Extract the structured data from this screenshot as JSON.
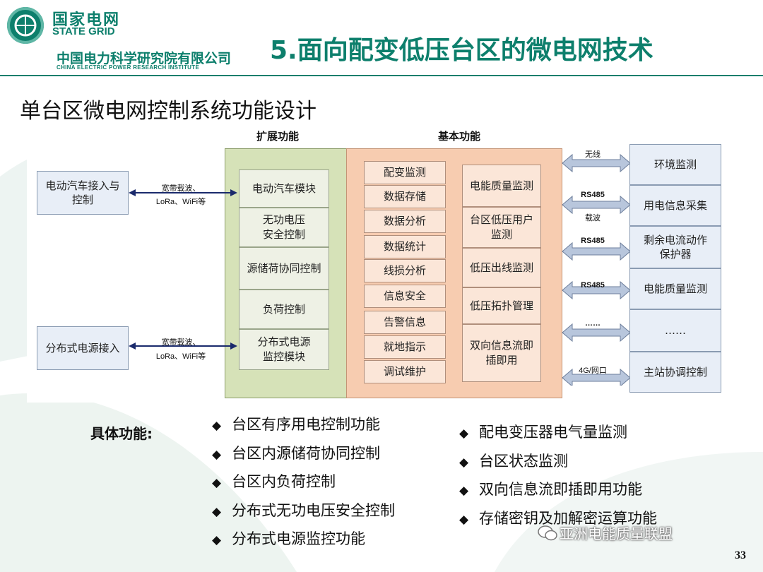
{
  "header": {
    "brand_cn": "国家电网",
    "brand_en": "STATE GRID",
    "institute_cn": "中国电力科学研究院有限公司",
    "institute_en": "CHINA ELECTRIC POWER RESEARCH INSTITUTE",
    "title": "5.面向配变低压台区的微电网技术"
  },
  "subtitle": "单台区微电网控制系统功能设计",
  "diagram": {
    "extended_label": "扩展功能",
    "basic_label": "基本功能",
    "left_boxes": [
      "电动汽车接入与\n控制",
      "分布式电源接入"
    ],
    "left_connectors": [
      {
        "line1": "宽带载波、",
        "line2": "LoRa、WiFi等"
      },
      {
        "line1": "宽带载波、",
        "line2": "LoRa、WiFi等"
      }
    ],
    "extended_items": [
      "电动汽车模块",
      "无功电压\n安全控制",
      "源储荷协同控制",
      "负荷控制",
      "分布式电源\n监控模块"
    ],
    "basic_left_items": [
      "配变监测",
      "数据存储",
      "数据分析",
      "数据统计",
      "线损分析",
      "信息安全",
      "告警信息",
      "就地指示",
      "调试维护"
    ],
    "basic_right_items": [
      "电能质量监测",
      "台区低压用户\n监测",
      "低压出线监测",
      "低压拓扑管理",
      "双向信息流即\n插即用"
    ],
    "right_connectors": [
      "无线",
      "RS485",
      "载波",
      "RS485",
      "RS485",
      "……",
      "4G/网口"
    ],
    "right_boxes": [
      "环境监测",
      "用电信息采集",
      "剩余电流动作\n保护器",
      "电能质量监测",
      "……",
      "主站协调控制"
    ]
  },
  "functions": {
    "label": "具体功能:",
    "left": [
      "台区有序用电控制功能",
      "台区内源储荷协同控制",
      "台区内负荷控制",
      "分布式无功电压安全控制",
      "分布式电源监控功能"
    ],
    "right": [
      "配电变压器电气量监测",
      "台区状态监测",
      "双向信息流即插即用功能",
      "存储密钥及加解密运算功能"
    ],
    "bullet": "◆"
  },
  "watermark": "亚洲电能质量联盟",
  "page_number": "33",
  "colors": {
    "brand_green": "#0d7f6c",
    "extended_bg": "#d6e2b8",
    "basic_bg": "#f7ccb0",
    "device_box": "#e8eef7",
    "arrow_fill": "#b8c6dc"
  },
  "icons": {
    "logo": "state-grid-logo-icon",
    "arrows": "double-arrow-icon",
    "watermark": "wechat-icon"
  }
}
